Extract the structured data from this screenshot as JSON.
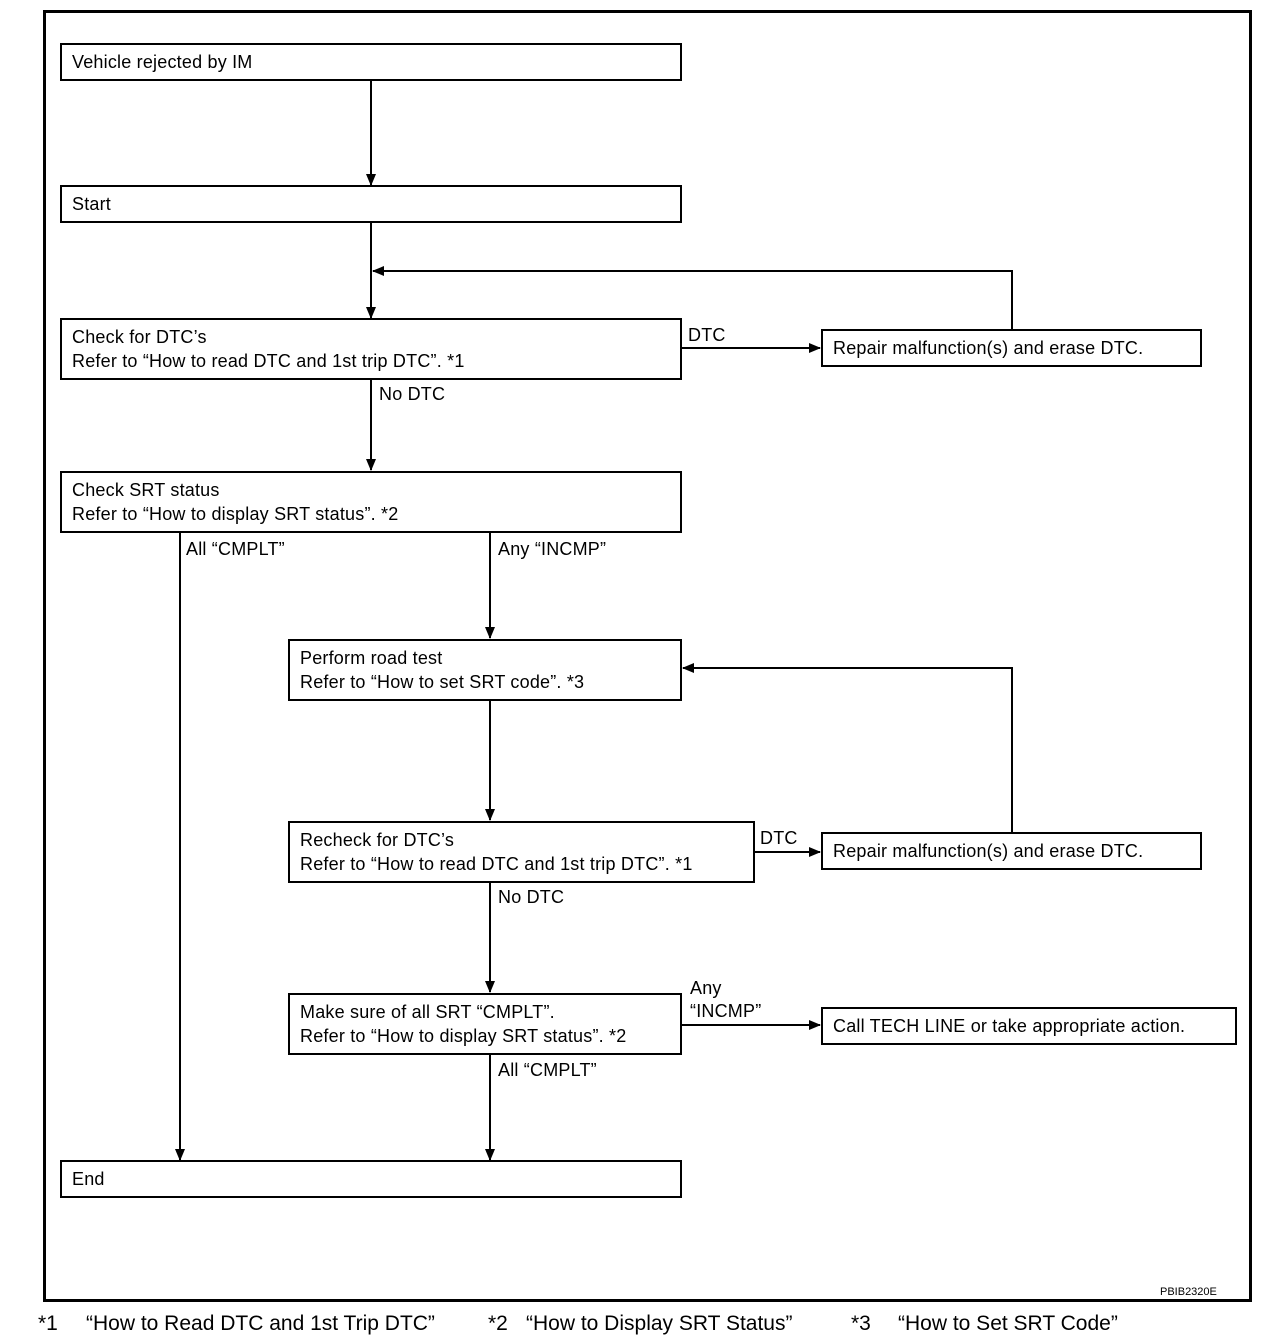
{
  "steps": {
    "rejected": "Vehicle rejected by IM",
    "start": "Start",
    "check_dtc": {
      "line1": "Check for DTC’s",
      "line2": "Refer to “How to read DTC and 1st trip DTC”. *1"
    },
    "repair_1": "Repair malfunction(s) and erase DTC.",
    "check_srt": {
      "line1": "Check SRT status",
      "line2": "Refer to “How to display SRT status”. *2"
    },
    "road_test": {
      "line1": "Perform road test",
      "line2": "Refer to “How to set SRT code”. *3"
    },
    "recheck_dtc": {
      "line1": "Recheck for DTC’s",
      "line2": "Refer to “How to read DTC and 1st trip DTC”. *1"
    },
    "repair_2": "Repair malfunction(s) and erase DTC.",
    "confirm_srt": {
      "line1": "Make sure of all SRT “CMPLT”.",
      "line2": "Refer to “How to display SRT status”. *2"
    },
    "tech_line": "Call TECH LINE or take appropriate action.",
    "end": "End"
  },
  "edge_labels": {
    "dtc_1": "DTC",
    "no_dtc_1": "No DTC",
    "all_cmplt_1": "All “CMPLT”",
    "any_incmp_1": "Any “INCMP”",
    "dtc_2": "DTC",
    "no_dtc_2": "No DTC",
    "any_incmp_2_line1": "Any",
    "any_incmp_2_line2": "“INCMP”",
    "all_cmplt_2": "All “CMPLT”"
  },
  "figure_code": "PBIB2320E",
  "footnotes": {
    "n1_mark": "*1",
    "n1_text": "“How to Read DTC and 1st Trip DTC”",
    "n2_mark": "*2",
    "n2_text": "“How to Display SRT Status”",
    "n3_mark": "*3",
    "n3_text": "“How to Set  SRT Code”"
  }
}
